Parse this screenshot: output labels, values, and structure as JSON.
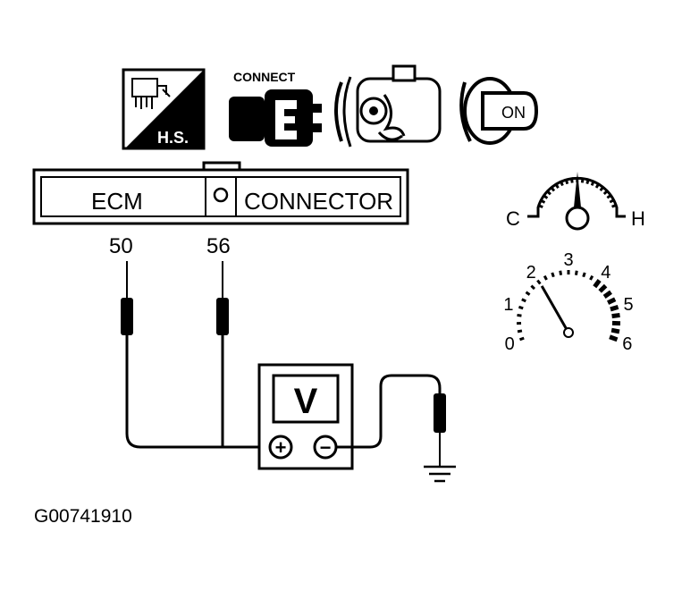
{
  "icons": {
    "harness_label": "H.S.",
    "connect_label": "CONNECT",
    "ignition_label": "ON"
  },
  "ecm": {
    "left_label": "ECM",
    "right_label": "CONNECTOR",
    "pin_a": "50",
    "pin_b": "56"
  },
  "meter": {
    "symbol": "V",
    "positive": "+",
    "negative": "−"
  },
  "temp_gauge": {
    "cold": "C",
    "hot": "H",
    "level": 0.5
  },
  "tachometer": {
    "ticks": [
      "0",
      "1",
      "2",
      "3",
      "4",
      "5",
      "6"
    ],
    "needle_value": 2
  },
  "reference_code": "G00741910"
}
